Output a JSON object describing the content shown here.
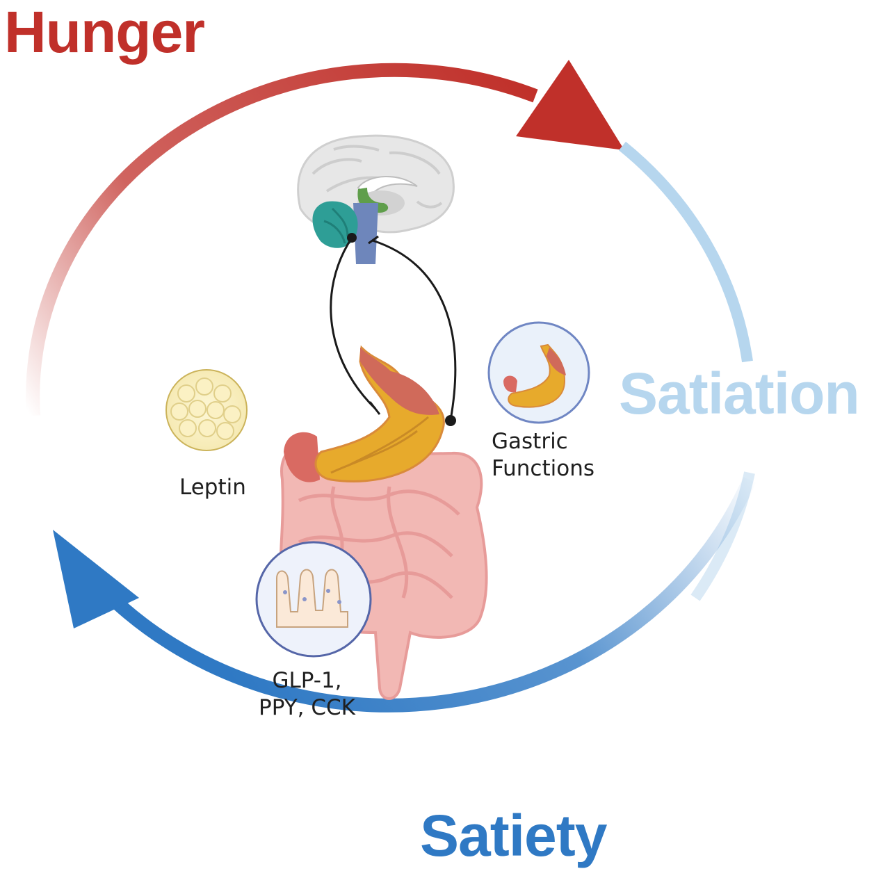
{
  "colors": {
    "hunger": "#c0302a",
    "satiation": "#b6d6ee",
    "satiety": "#2f79c4",
    "text": "#1f1f1f"
  },
  "cycle": {
    "hunger_label": "Hunger",
    "satiation_label": "Satiation",
    "satiety_label": "Satiety"
  },
  "labels": {
    "leptin": "Leptin",
    "gastric_line1": "Gastric",
    "gastric_line2": "Functions",
    "hormones_line1": "GLP-1,",
    "hormones_line2": "PPY, CCK"
  },
  "icons": [
    "brain-icon",
    "stomach-icon",
    "intestine-icon",
    "fat-cells-icon",
    "stomach-detail-icon",
    "intestinal-villi-icon"
  ]
}
